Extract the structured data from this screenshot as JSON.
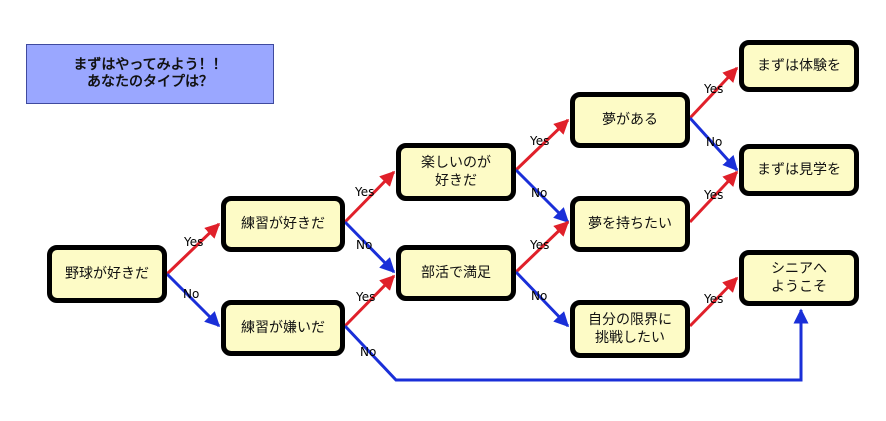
{
  "title": {
    "line1": "まずはやってみよう！！",
    "line2": "あなたのタイプは？"
  },
  "nodes": {
    "baseball": "野球が好きだ",
    "like_practice": "練習が好きだ",
    "hate_practice": "練習が嫌いだ",
    "fun": {
      "line1": "楽しいのが",
      "line2": "好きだ"
    },
    "club": "部活で満足",
    "dream": "夢がある",
    "want_dream": "夢を持ちたい",
    "challenge": {
      "line1": "自分の限界に",
      "line2": "挑戦したい"
    },
    "trial": "まずは体験を",
    "tour": "まずは見学を",
    "senior": {
      "line1": "シニアへ",
      "line2": "ようこそ"
    }
  },
  "colors": {
    "yes": "#e0202a",
    "no": "#1a2fd8",
    "node_fill": "#fdfbc6",
    "title_fill": "#9aa7ff"
  },
  "edges": [
    {
      "from": "baseball",
      "to": "like_practice",
      "label": "Yes",
      "kind": "yes"
    },
    {
      "from": "baseball",
      "to": "hate_practice",
      "label": "No",
      "kind": "no"
    },
    {
      "from": "like_practice",
      "to": "fun",
      "label": "Yes",
      "kind": "yes"
    },
    {
      "from": "like_practice",
      "to": "club",
      "label": "No",
      "kind": "no"
    },
    {
      "from": "hate_practice",
      "to": "club",
      "label": "Yes",
      "kind": "yes"
    },
    {
      "from": "hate_practice",
      "to": "senior",
      "label": "No",
      "kind": "no"
    },
    {
      "from": "fun",
      "to": "dream",
      "label": "Yes",
      "kind": "yes"
    },
    {
      "from": "fun",
      "to": "want_dream",
      "label": "No",
      "kind": "no"
    },
    {
      "from": "club",
      "to": "want_dream",
      "label": "Yes",
      "kind": "yes"
    },
    {
      "from": "club",
      "to": "challenge",
      "label": "No",
      "kind": "no"
    },
    {
      "from": "dream",
      "to": "trial",
      "label": "Yes",
      "kind": "yes"
    },
    {
      "from": "dream",
      "to": "tour",
      "label": "No",
      "kind": "no"
    },
    {
      "from": "want_dream",
      "to": "tour",
      "label": "Yes",
      "kind": "yes"
    },
    {
      "from": "challenge",
      "to": "senior",
      "label": "Yes",
      "kind": "yes"
    }
  ]
}
